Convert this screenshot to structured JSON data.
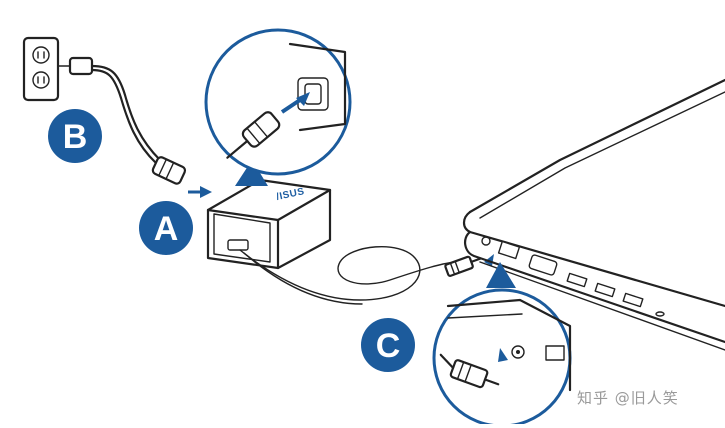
{
  "steps": {
    "a": "A",
    "b": "B",
    "c": "C"
  },
  "adapter": {
    "brand": "/ISUS"
  },
  "watermark": "知乎 @旧人笑",
  "colors": {
    "badge": "#1c5b9c",
    "line_art": "#222222",
    "background": "#ffffff"
  }
}
